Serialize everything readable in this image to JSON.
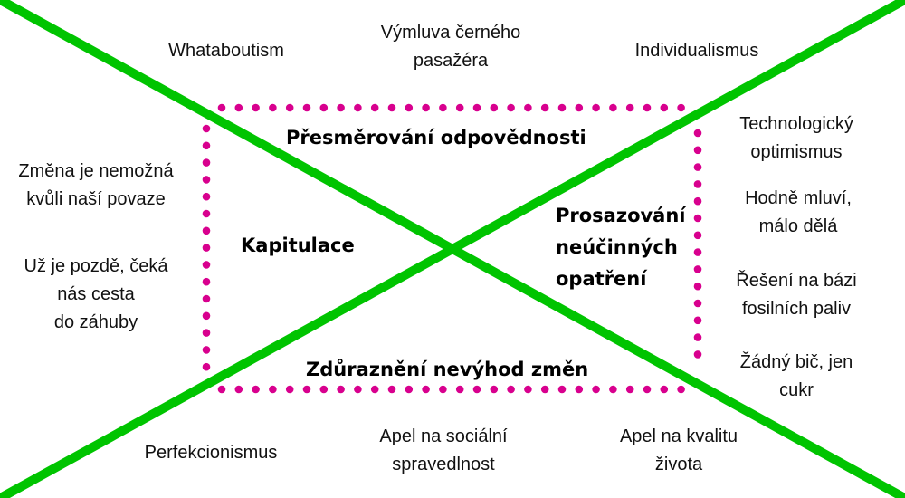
{
  "colors": {
    "cross_lines": "#00c400",
    "dotted_frame": "#d8008e",
    "text": "#111111",
    "background": "#ffffff"
  },
  "categories": {
    "top": "Přesměrování odpovědnosti",
    "left": "Kapitulace",
    "right": "Prosazování\nneúčinných\nopatření",
    "bottom": "Zdůraznění nevýhod změn"
  },
  "items": {
    "top": [
      "Whataboutism",
      "Výmluva černého\npasažéra",
      "Individualismus"
    ],
    "left": [
      "Změna je nemožná\nkvůli naší povaze",
      "Už je pozdě, čeká\nnás cesta\ndo záhuby"
    ],
    "right": [
      "Technologický\noptimismus",
      "Hodně mluví,\nmálo dělá",
      "Řešení na bázi\nfosilních paliv",
      "Žádný bič, jen\ncukr"
    ],
    "bottom": [
      "Perfekcionismus",
      "Apel na sociální\nspravedlnost",
      "Apel na kvalitu\nživota"
    ]
  }
}
